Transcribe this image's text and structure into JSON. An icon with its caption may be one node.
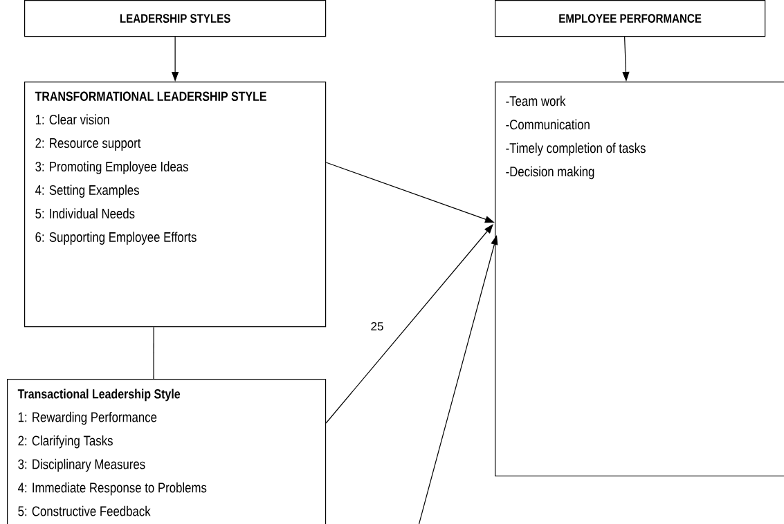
{
  "diagram": {
    "nodes": [
      {
        "text": [
          "LEADERSHIP STYLES"
        ]
      },
      {
        "text": [
          "EMPLOYEE PERFORMANCE"
        ]
      },
      {
        "text": [
          "TRANSFORMATIONAL LEADERSHIP STYLE",
          "1: Clear vision",
          "2: Resource support",
          "3: Promoting Employee Ideas",
          "4: Setting Examples",
          "5: Individual Needs",
          "6: Supporting Employee Efforts"
        ]
      },
      {
        "text": [
          "-Team work",
          "-Communication",
          "-Timely completion of tasks",
          "-Decision making"
        ]
      },
      {
        "text": [
          "Transactional Leadership Style",
          "1: Rewarding Performance",
          "2: Clarifying Tasks",
          "3: Disciplinary Measures",
          "4: Immediate Response to Problems",
          "5: Constructive Feedback"
        ]
      }
    ],
    "edges": [
      {
        "from": 0,
        "to": 2,
        "arrow": "to"
      },
      {
        "from": 1,
        "to": 3,
        "arrow": "to"
      },
      {
        "from": 2,
        "to": 4,
        "arrow": "none"
      },
      {
        "from": 2,
        "to": 3,
        "arrow": "to"
      },
      {
        "from": 4,
        "to": 3,
        "arrow": "to"
      },
      {
        "from": null,
        "to": 3,
        "arrow": "to"
      }
    ],
    "labels": [
      "25"
    ]
  }
}
